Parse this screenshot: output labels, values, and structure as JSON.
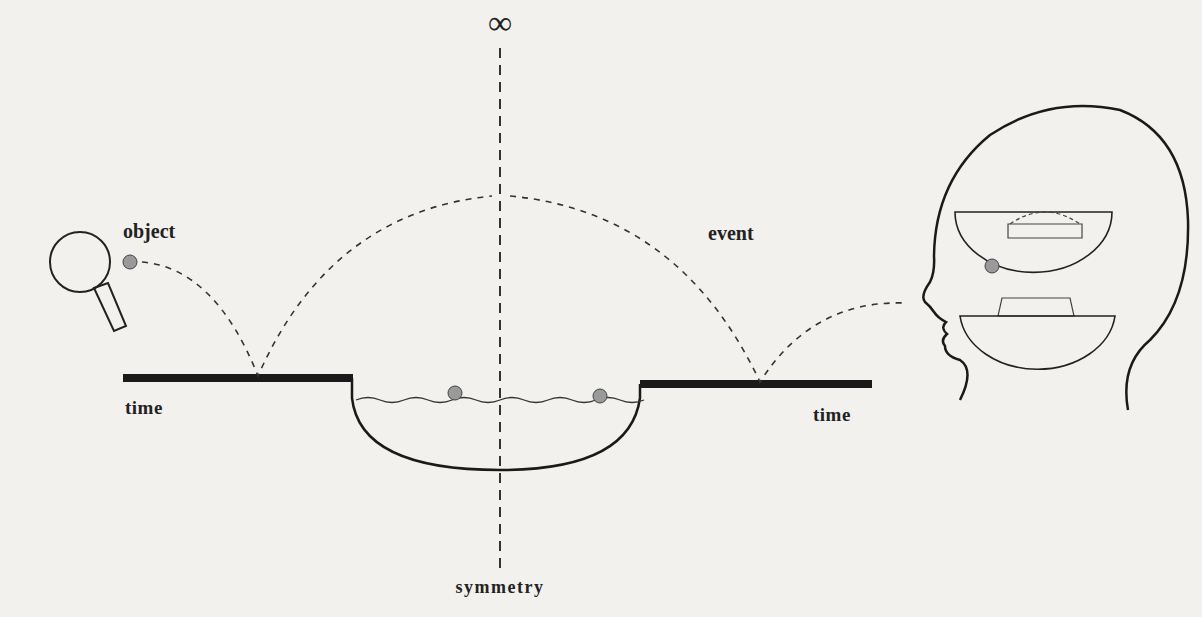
{
  "diagram": {
    "labels": [
      "∞",
      "object",
      "event",
      "time",
      "time",
      "symmetry"
    ]
  }
}
